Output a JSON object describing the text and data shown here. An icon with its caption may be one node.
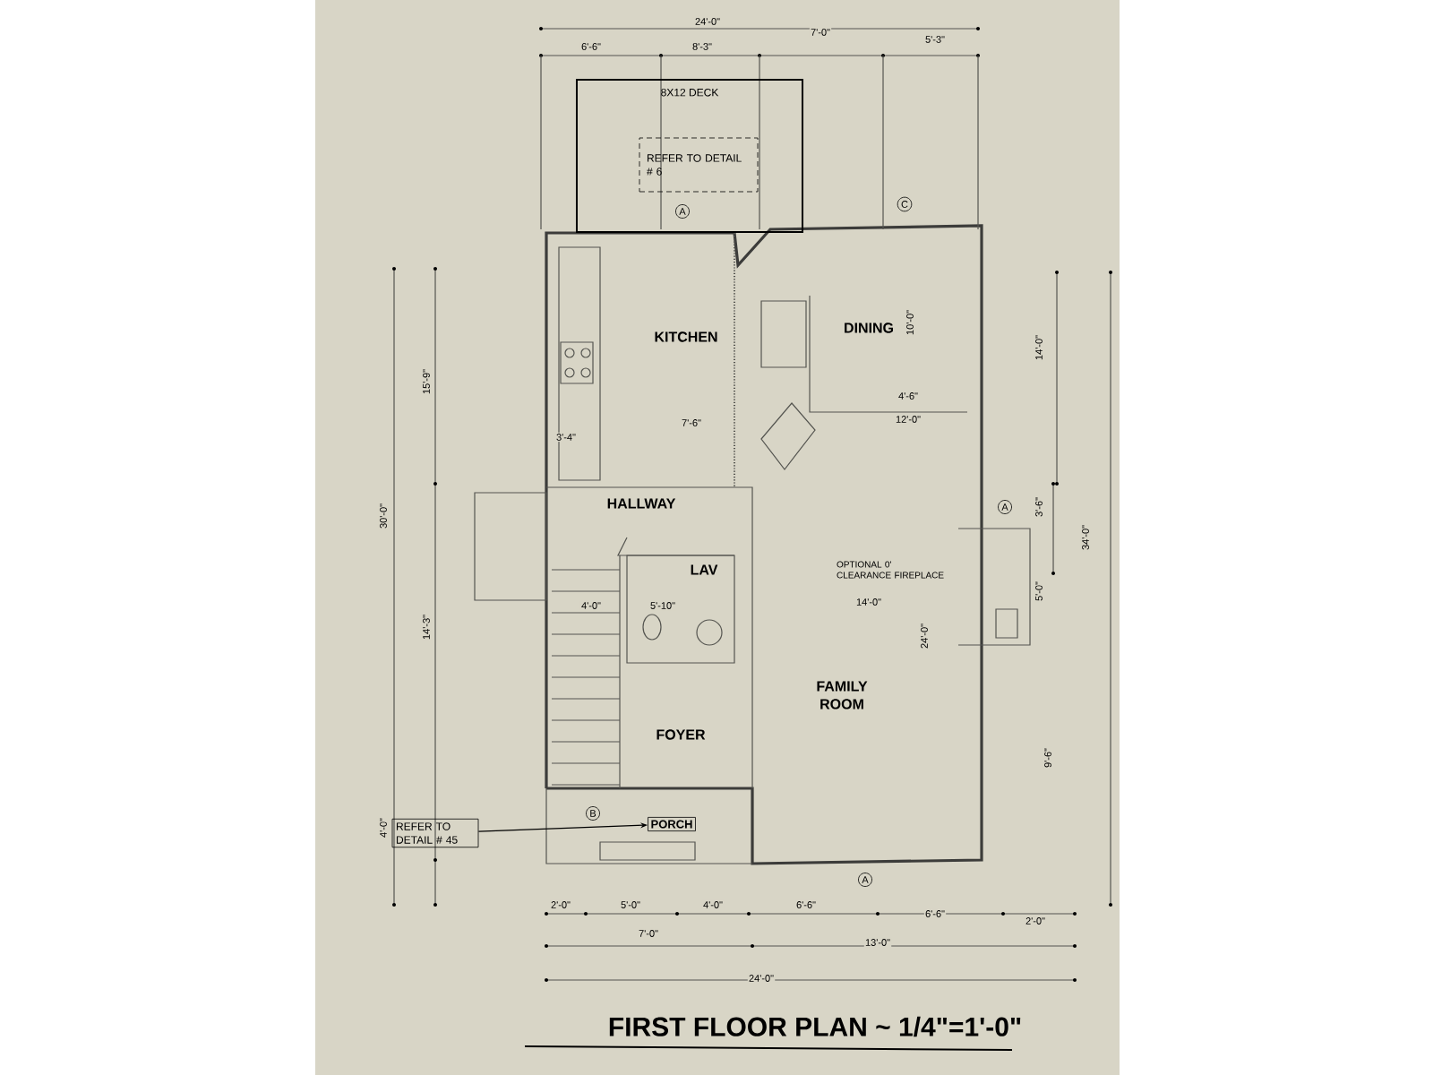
{
  "diagram": {
    "title": "FIRST FLOOR PLAN ~ 1/4\"=1'-0\"",
    "nodes": [
      {
        "text": [
          "8X12 DECK"
        ]
      },
      {
        "text": [
          "REFER TO DETAIL # 6"
        ],
        "in": 0
      },
      {
        "text": [
          "KITCHEN"
        ]
      },
      {
        "text": [
          "DINING"
        ]
      },
      {
        "text": [
          "HALLWAY"
        ]
      },
      {
        "text": [
          "LAV"
        ]
      },
      {
        "text": [
          "FOYER"
        ]
      },
      {
        "text": [
          "FAMILY ROOM"
        ]
      },
      {
        "text": [
          "PORCH"
        ]
      },
      {
        "text": [
          "OPTIONAL 0' CLEARANCE FIREPLACE"
        ]
      },
      {
        "text": [
          "REFER TO DETAIL # 45"
        ]
      }
    ],
    "edges": [
      {
        "from": 10,
        "to": 8,
        "arrow": "to"
      }
    ],
    "labels": [
      "24'-0\"",
      "6'-6\"",
      "8'-3\"",
      "7'-0\"",
      "5'-3\"",
      "A",
      "C",
      "15'-9\"",
      "30'-0\"",
      "14'-3\"",
      "4'-0\"",
      "14'-0\"",
      "34'-0\"",
      "A",
      "3'-6\"",
      "5'-0\"",
      "9'-6\"",
      "10'-0\"",
      "4'-6\"",
      "12'-0\"",
      "7'-6\"",
      "3'-4\"",
      "14'-0\"",
      "24'-0\"",
      "4'-0\"",
      "5'-10\"",
      "B",
      "A",
      "2'-0\"",
      "5'-0\"",
      "4'-0\"",
      "6'-6\"",
      "6'-6\"",
      "2'-0\"",
      "7'-0\"",
      "13'-0\"",
      "24'-0\""
    ]
  }
}
